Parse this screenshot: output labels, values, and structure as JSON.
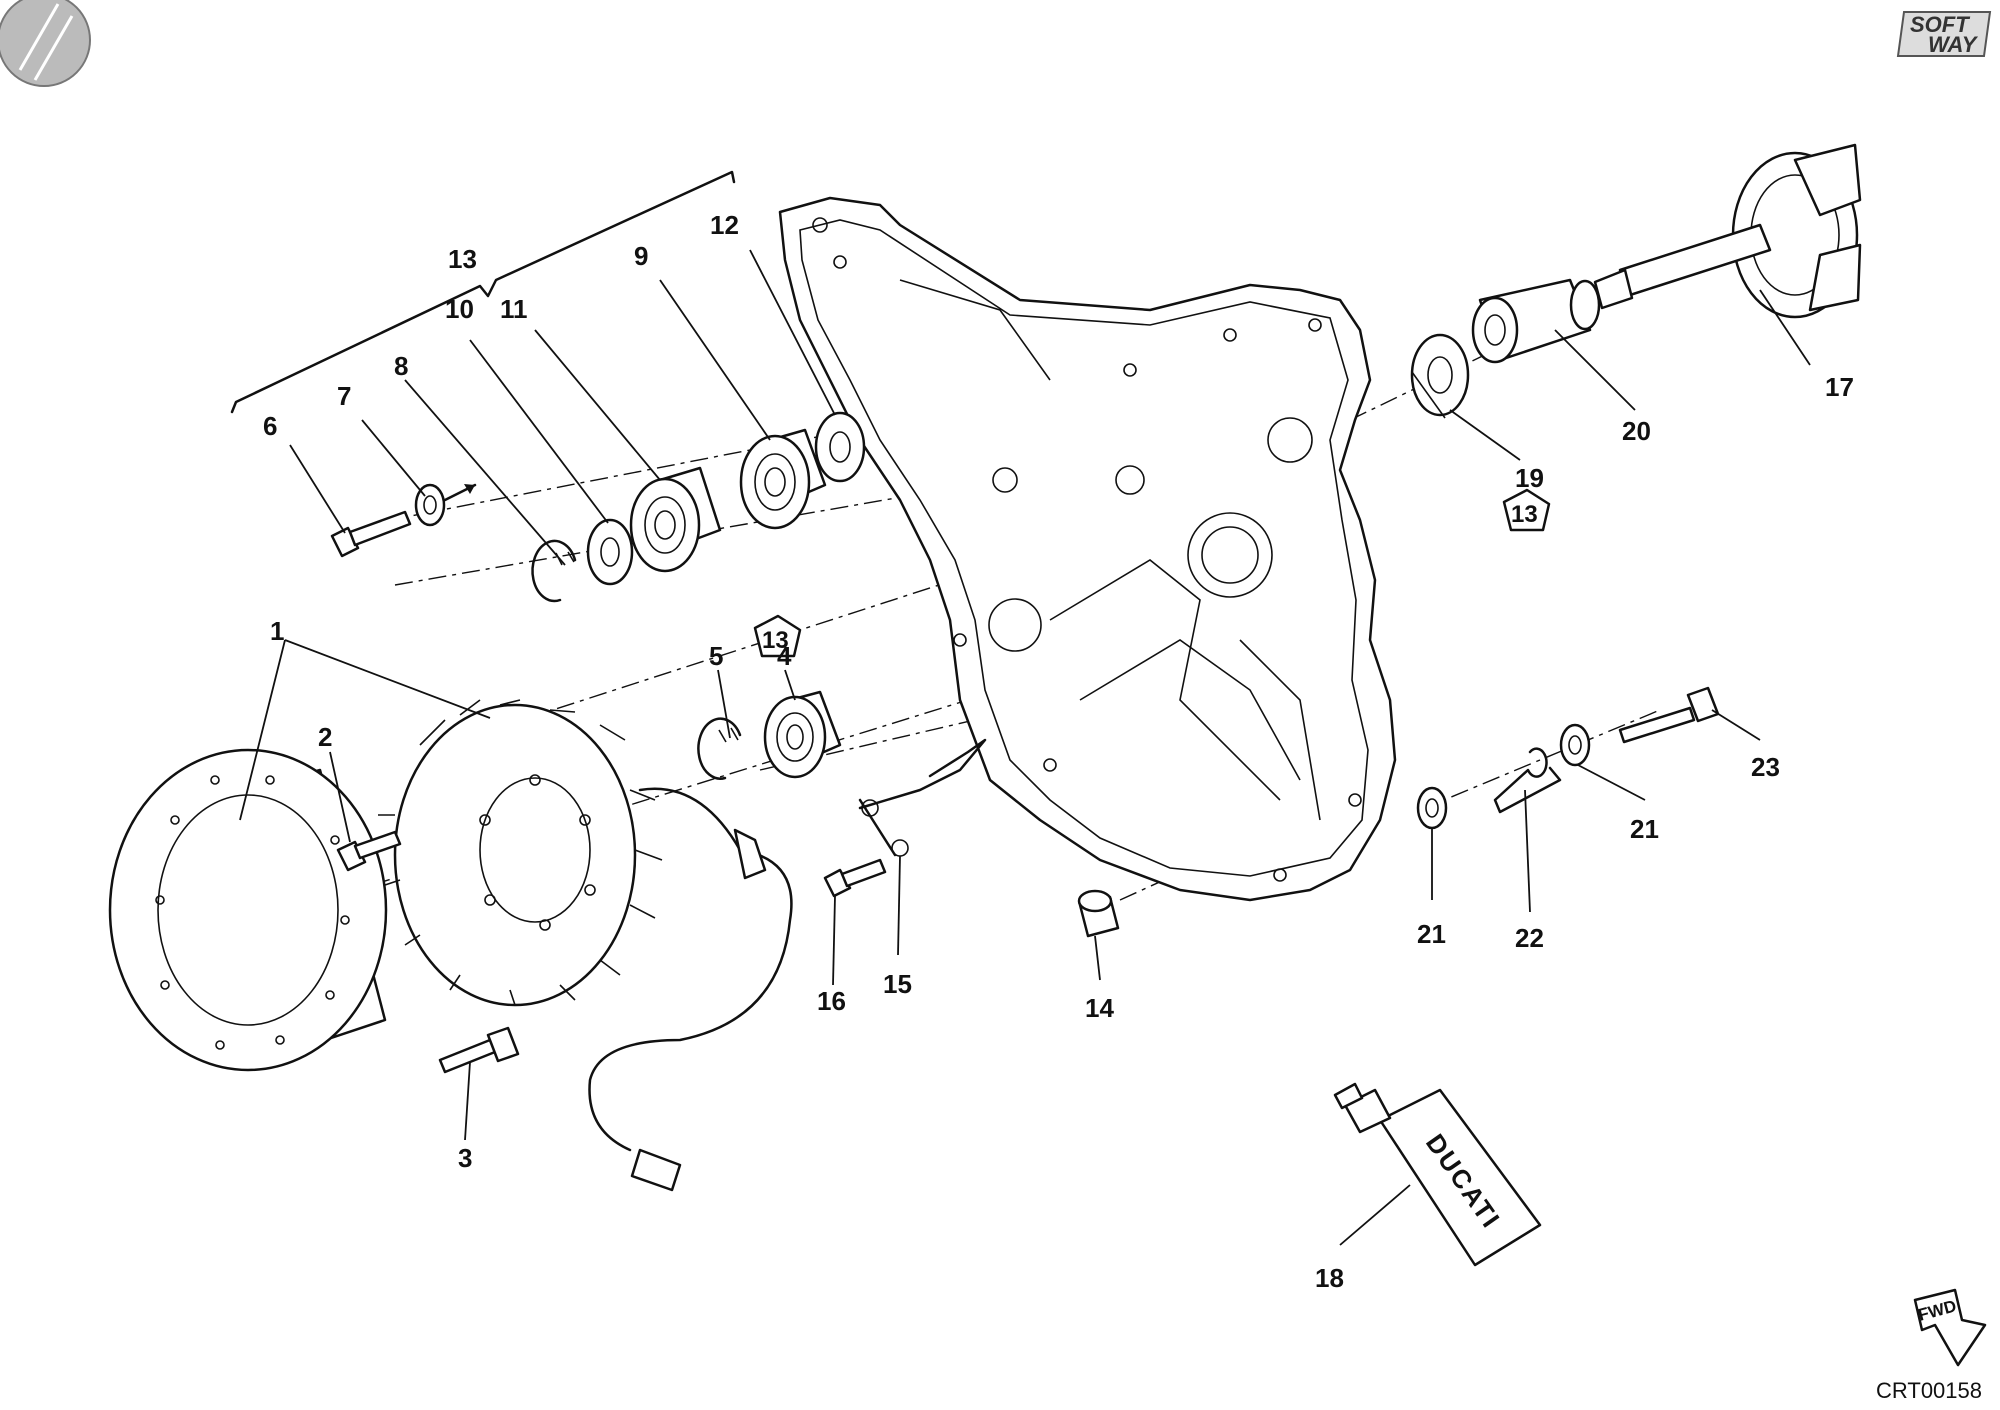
{
  "diagram": {
    "code": "CRT00158",
    "logo": {
      "line1": "SOFT",
      "line2": "WAY"
    },
    "fwd_label": "FWD",
    "tube_brand": "DUCATI",
    "group_bracket_label": "13",
    "kit_tags": [
      "13",
      "13"
    ],
    "callouts": [
      "1",
      "2",
      "3",
      "4",
      "5",
      "6",
      "7",
      "8",
      "9",
      "10",
      "11",
      "12",
      "13",
      "14",
      "15",
      "16",
      "17",
      "18",
      "19",
      "20",
      "21",
      "21",
      "22",
      "23"
    ]
  }
}
